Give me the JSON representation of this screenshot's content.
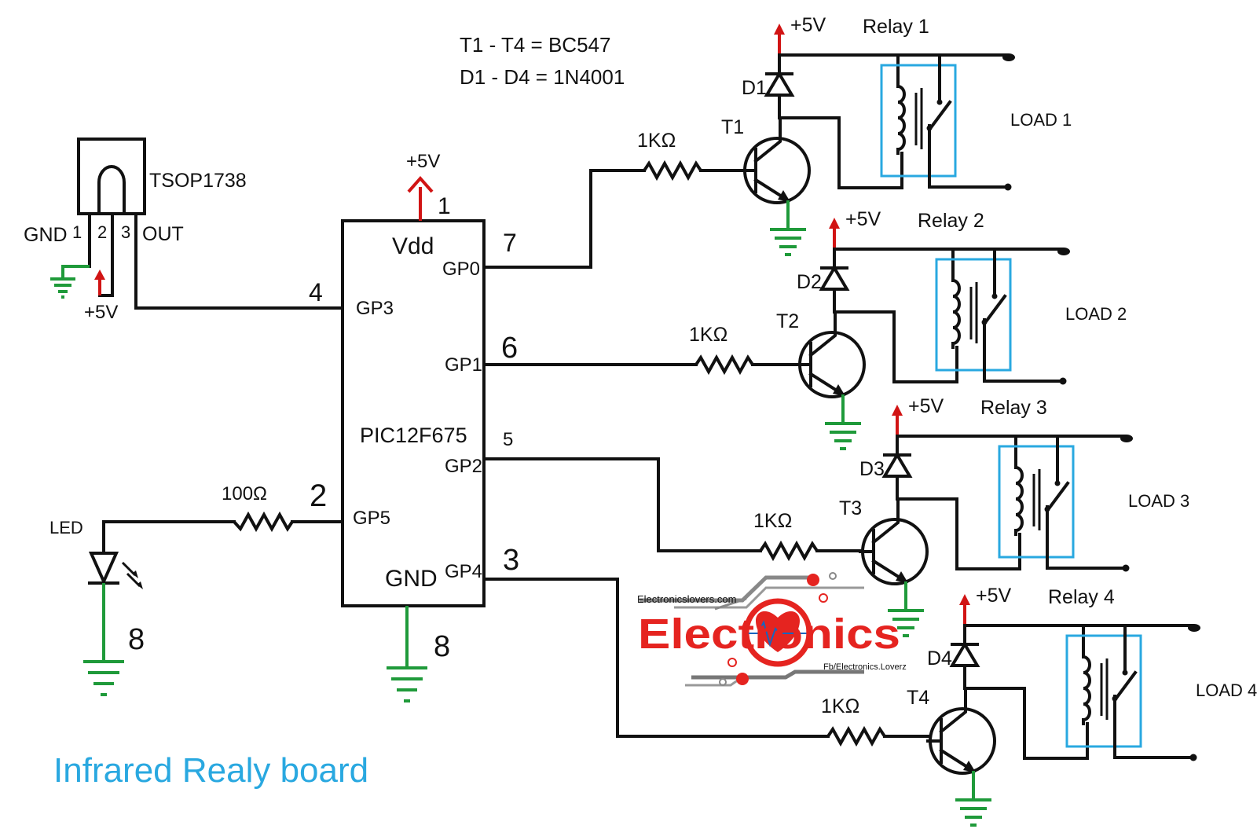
{
  "notes": {
    "transistors": "T1 - T4  = BC547",
    "diodes": "D1 - D4 = 1N4001"
  },
  "sensor": {
    "name": "TSOP1738",
    "pin1": "1",
    "pin2": "2",
    "pin3": "3",
    "gnd_label": "GND",
    "out_label": "OUT",
    "vcc_label": "+5V"
  },
  "mcu": {
    "name": "PIC12F675",
    "vdd_label": "Vdd",
    "gnd_label": "GND",
    "vcc_label": "+5V",
    "pin_vdd": "1",
    "pin_gnd": "8",
    "pins": [
      {
        "num": "7",
        "label": "GP0"
      },
      {
        "num": "6",
        "label": "GP1"
      },
      {
        "num": "5",
        "label": "GP2"
      },
      {
        "num": "3",
        "label": "GP4"
      },
      {
        "num": "4",
        "label": "GP3"
      },
      {
        "num": "2",
        "label": "GP5"
      }
    ]
  },
  "led": {
    "label": "LED",
    "resistor": "100Ω",
    "pin": "8"
  },
  "channels": [
    {
      "vcc": "+5V",
      "relay": "Relay 1",
      "diode": "D1",
      "transistor": "T1",
      "resistor": "1KΩ",
      "load": "LOAD  1"
    },
    {
      "vcc": "+5V",
      "relay": "Relay 2",
      "diode": "D2",
      "transistor": "T2",
      "resistor": "1KΩ",
      "load": "LOAD  2"
    },
    {
      "vcc": "+5V",
      "relay": "Relay 3",
      "diode": "D3",
      "transistor": "T3",
      "resistor": "1KΩ",
      "load": "LOAD  3"
    },
    {
      "vcc": "+5V",
      "relay": "Relay 4",
      "diode": "D4",
      "transistor": "T4",
      "resistor": "1KΩ",
      "load": "LOAD  4"
    }
  ],
  "logo": {
    "url": "Electronicslovers.com",
    "brand": "Electronics",
    "fb": "Fb/Electronics.Loverz"
  },
  "title": "Infrared Realy board",
  "colors": {
    "wire": "#111111",
    "ground": "#1f9a3a",
    "supply": "#d11414",
    "relay_box": "#29a8e0",
    "title": "#29a8e0",
    "logo_red": "#e52420"
  }
}
